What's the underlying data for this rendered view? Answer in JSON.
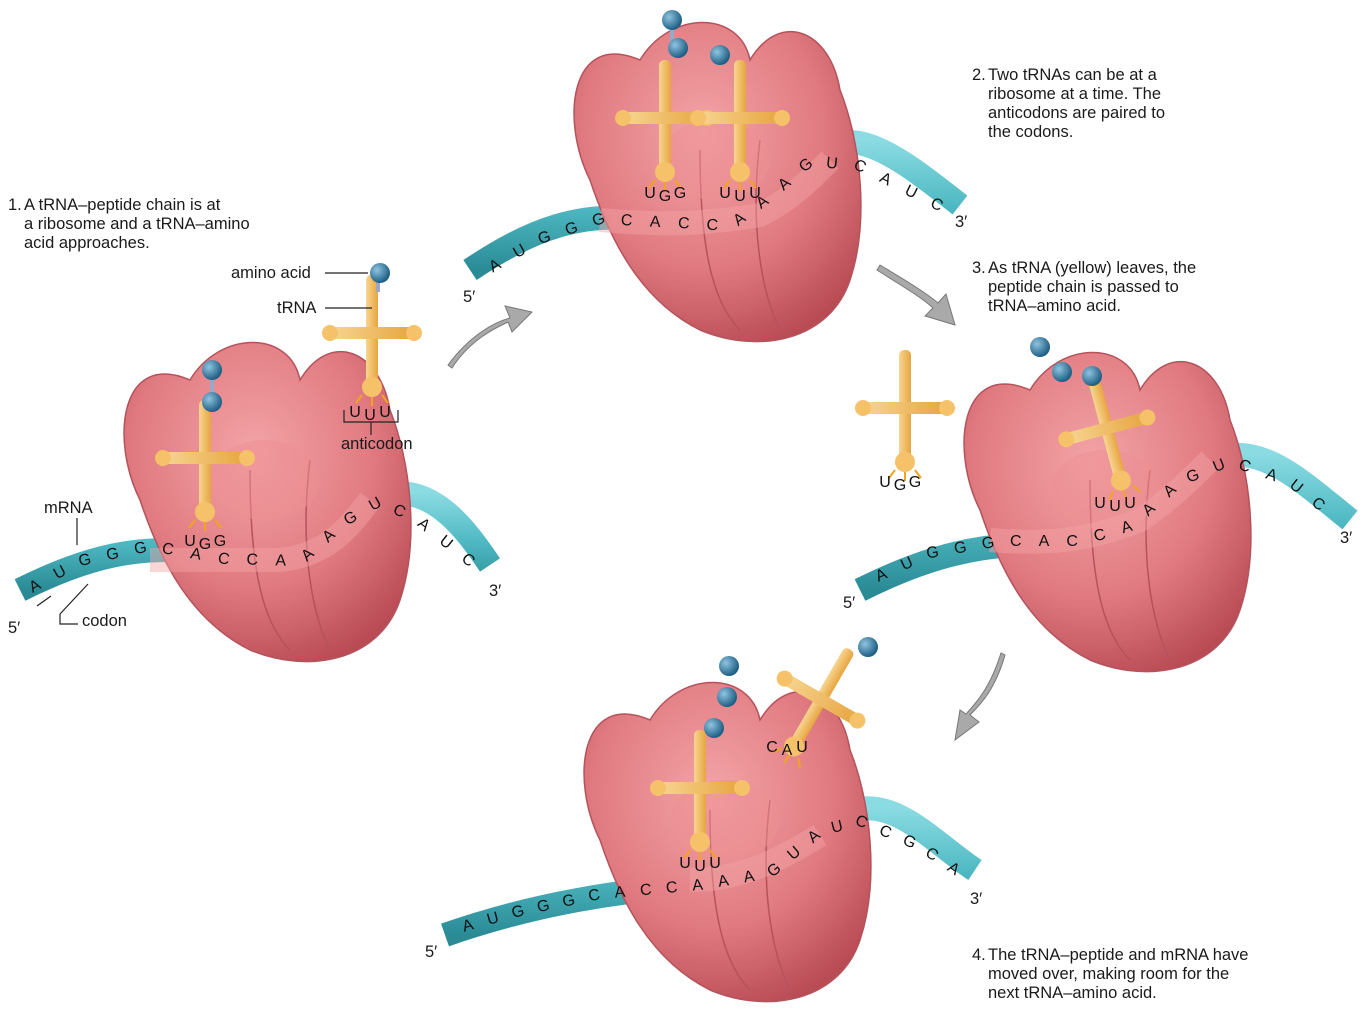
{
  "captions": {
    "step1": {
      "num": "1.",
      "text": "A tRNA–peptide chain is at\na ribosome and a tRNA–amino\nacid approaches."
    },
    "step2": {
      "num": "2.",
      "text": "Two tRNAs can be at a\nribosome at a time. The\nanticodons are paired to\nthe codons."
    },
    "step3": {
      "num": "3.",
      "text": "As tRNA (yellow) leaves, the\npeptide chain is passed to\ntRNA–amino acid."
    },
    "step4": {
      "num": "4.",
      "text": "The tRNA–peptide and mRNA have\nmoved over, making room for the\nnext tRNA–amino acid."
    }
  },
  "labels": {
    "amino_acid": "amino acid",
    "trna": "tRNA",
    "anticodon": "anticodon",
    "mrna": "mRNA",
    "codon": "codon",
    "five_prime": "5′",
    "three_prime": "3′"
  },
  "mrna_sequences": {
    "panel1": "AUGGGCACCAAAGUCAUC",
    "panel2": "AUGGGCACCAAAGUCAUC",
    "panel3": "AUGGGCACCAAAGUCAUC",
    "panel4": "AUGGGCACCAAAGUAUCCGCA"
  },
  "anticodons": {
    "panel1_bound": "UGG",
    "panel1_incoming": "UUU",
    "panel2_left": "UGG",
    "panel2_right": "UUU",
    "panel3_leaving": "UGG",
    "panel3_bound": "UUU",
    "panel4_bound": "UUU",
    "panel4_incoming": "CAU"
  },
  "colors": {
    "ribosome": "#e07a80",
    "ribosome_dark": "#c9545e",
    "mrna": "#4fb9c3",
    "trna": "#f5c26a",
    "amino_acid": "#2f7fa5",
    "arrow": "#9a9a9a"
  }
}
